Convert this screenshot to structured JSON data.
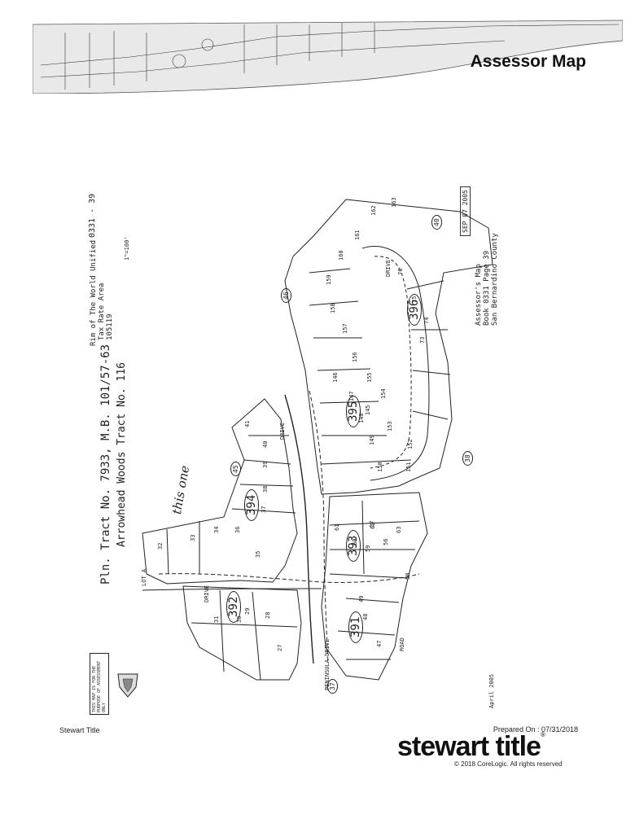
{
  "header": {
    "title": "Assessor Map"
  },
  "map": {
    "tract_title": "Pln. Tract No. 7933, M.B. 101/57-63",
    "tract_subtitle": "Arrowhead Woods Tract No. 116",
    "tax_area_line1": "Rim of The World Unified",
    "tax_area_code": "0331 - 39",
    "tax_area_line2": "Tax Rate Area",
    "tax_area_line3": "105119",
    "book_line1": "Assessor's Map",
    "book_line2": "Book 0331 Page 39",
    "book_line3": "San Bernardino County",
    "revised_stamp": "SEP 07 2005",
    "date_note": "April 2005",
    "handwritten_note": "this one",
    "scale_note": "1\"=100'",
    "shield_text": "THIS MAP IS FOR THE PURPOSE OF ASSESSMENT ONLY",
    "blocks": [
      "391",
      "392",
      "393",
      "394",
      "395",
      "396"
    ],
    "page_refs": [
      "37",
      "38",
      "40",
      "45",
      "46"
    ],
    "lots": [
      "27",
      "28",
      "29",
      "30",
      "31",
      "32",
      "33",
      "34",
      "35",
      "36",
      "37",
      "38",
      "39",
      "40",
      "41",
      "47",
      "48",
      "49",
      "56",
      "57",
      "58",
      "59",
      "60",
      "61",
      "62",
      "63",
      "73",
      "74",
      "75",
      "76",
      "145",
      "146",
      "147",
      "148",
      "149",
      "150",
      "151",
      "152",
      "153",
      "154",
      "155",
      "156",
      "157",
      "158",
      "159",
      "160",
      "161",
      "162",
      "163"
    ],
    "streets": [
      "DRIVE",
      "PENINSULA DRIVE",
      "DRIVE",
      "LOT A",
      "DRIVE",
      "ROAD"
    ]
  },
  "footer": {
    "left_label": "Stewart Title",
    "prepared_on": "Prepared On : 07/31/2018",
    "logo": "stewart title",
    "copyright": "© 2018 CoreLogic. All rights reserved"
  }
}
